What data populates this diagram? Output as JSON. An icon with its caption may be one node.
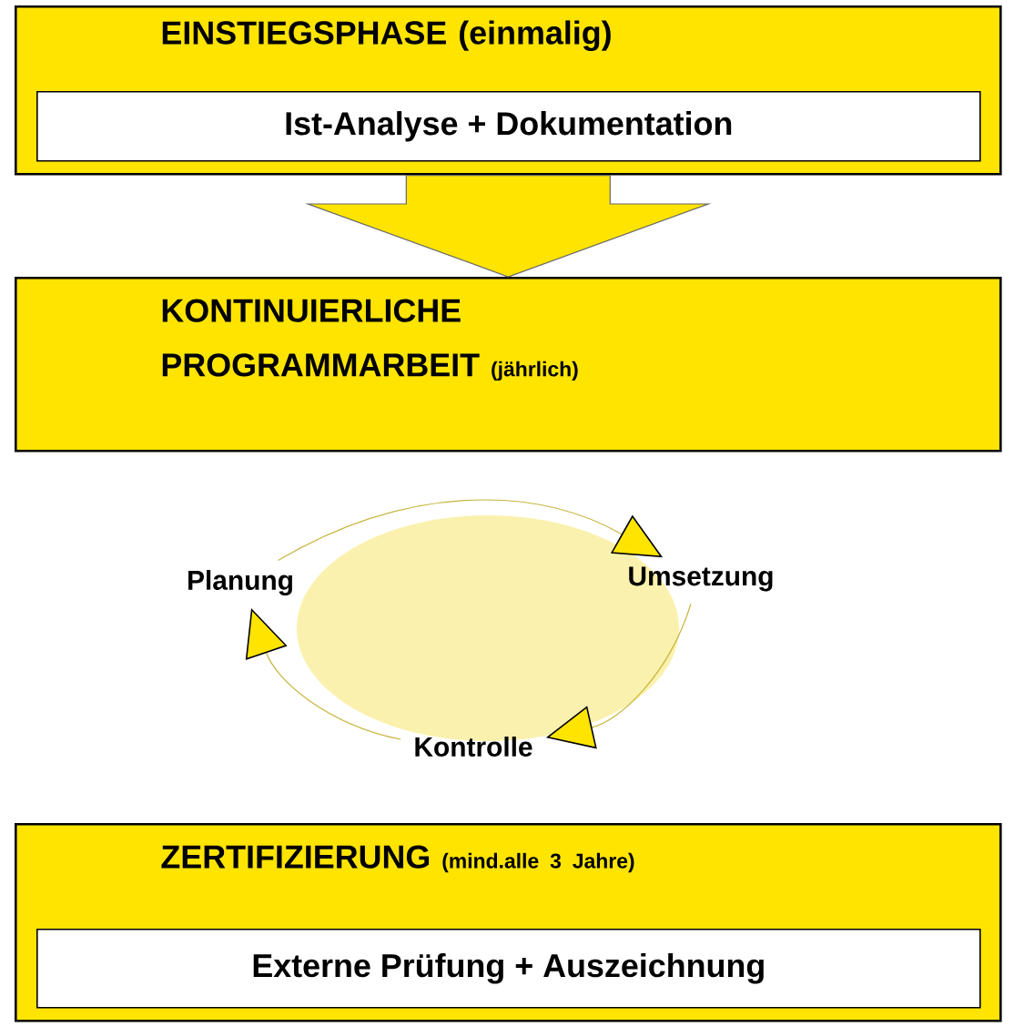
{
  "diagram": {
    "nodes": [
      {
        "text": [
          "EINSTIEGSPHASE (einmalig)"
        ]
      },
      {
        "text": [
          "Ist-Analyse + Dokumentation"
        ],
        "in": 0
      },
      {
        "text": [
          "KONTINUIERLICHE PROGRAMMARBEIT",
          "(jährlich)"
        ]
      },
      {
        "text": [
          "Planung"
        ]
      },
      {
        "text": [
          "Umsetzung"
        ]
      },
      {
        "text": [
          "Kontrolle"
        ]
      },
      {
        "text": [
          "ZERTIFIZIERUNG",
          "(mind.alle 3 Jahre)"
        ]
      },
      {
        "text": [
          "Externe Prüfung + Auszeichnung"
        ],
        "in": 6
      }
    ],
    "edges": [
      {
        "from": 0,
        "to": 2,
        "arrow": "to"
      },
      {
        "from": 3,
        "to": 4,
        "arrow": "to"
      },
      {
        "from": 4,
        "to": 5,
        "arrow": "to"
      },
      {
        "from": 5,
        "to": 3,
        "arrow": "to"
      }
    ]
  }
}
